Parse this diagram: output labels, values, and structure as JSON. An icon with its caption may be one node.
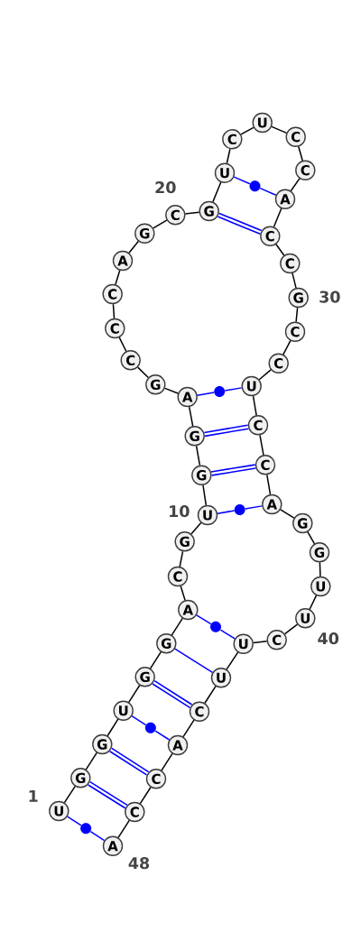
{
  "diagram": {
    "nodes": [
      {
        "text": [
          "U"
        ],
        "beside": [
          "1"
        ]
      },
      {
        "text": [
          "G"
        ]
      },
      {
        "text": [
          "G"
        ]
      },
      {
        "text": [
          "U"
        ]
      },
      {
        "text": [
          "G"
        ]
      },
      {
        "text": [
          "G"
        ]
      },
      {
        "text": [
          "A"
        ]
      },
      {
        "text": [
          "C"
        ]
      },
      {
        "text": [
          "G"
        ]
      },
      {
        "text": [
          "U"
        ],
        "beside": [
          "10"
        ]
      },
      {
        "text": [
          "G"
        ]
      },
      {
        "text": [
          "G"
        ]
      },
      {
        "text": [
          "A"
        ]
      },
      {
        "text": [
          "G"
        ]
      },
      {
        "text": [
          "C"
        ]
      },
      {
        "text": [
          "C"
        ]
      },
      {
        "text": [
          "C"
        ]
      },
      {
        "text": [
          "A"
        ]
      },
      {
        "text": [
          "G"
        ]
      },
      {
        "text": [
          "C"
        ],
        "beside": [
          "20"
        ]
      },
      {
        "text": [
          "G"
        ]
      },
      {
        "text": [
          "U"
        ]
      },
      {
        "text": [
          "C"
        ]
      },
      {
        "text": [
          "U"
        ]
      },
      {
        "text": [
          "C"
        ]
      },
      {
        "text": [
          "C"
        ]
      },
      {
        "text": [
          "A"
        ]
      },
      {
        "text": [
          "C"
        ]
      },
      {
        "text": [
          "C"
        ]
      },
      {
        "text": [
          "G"
        ],
        "beside": [
          "30"
        ]
      },
      {
        "text": [
          "C"
        ]
      },
      {
        "text": [
          "C"
        ]
      },
      {
        "text": [
          "U"
        ]
      },
      {
        "text": [
          "C"
        ]
      },
      {
        "text": [
          "C"
        ]
      },
      {
        "text": [
          "A"
        ]
      },
      {
        "text": [
          "G"
        ]
      },
      {
        "text": [
          "G"
        ]
      },
      {
        "text": [
          "U"
        ]
      },
      {
        "text": [
          "U"
        ],
        "beside": [
          "40"
        ]
      },
      {
        "text": [
          "C"
        ]
      },
      {
        "text": [
          "U"
        ]
      },
      {
        "text": [
          "U"
        ]
      },
      {
        "text": [
          "C"
        ]
      },
      {
        "text": [
          "A"
        ]
      },
      {
        "text": [
          "C"
        ]
      },
      {
        "text": [
          "C"
        ]
      },
      {
        "text": [
          "A"
        ],
        "beside": [
          "48"
        ]
      },
      {
        "text": [],
        "shape": "circle"
      },
      {
        "text": [],
        "shape": "circle"
      },
      {
        "text": [],
        "shape": "circle"
      },
      {
        "text": [],
        "shape": "circle"
      },
      {
        "text": [],
        "shape": "circle"
      },
      {
        "text": [],
        "shape": "circle"
      }
    ],
    "edges": [
      {
        "from": 0,
        "to": 1,
        "arrow": "none"
      },
      {
        "from": 1,
        "to": 2,
        "arrow": "none"
      },
      {
        "from": 2,
        "to": 3,
        "arrow": "none"
      },
      {
        "from": 3,
        "to": 4,
        "arrow": "none"
      },
      {
        "from": 4,
        "to": 5,
        "arrow": "none"
      },
      {
        "from": 5,
        "to": 6,
        "arrow": "none"
      },
      {
        "from": 6,
        "to": 7,
        "arrow": "none"
      },
      {
        "from": 7,
        "to": 8,
        "arrow": "none"
      },
      {
        "from": 8,
        "to": 9,
        "arrow": "none"
      },
      {
        "from": 9,
        "to": 10,
        "arrow": "none"
      },
      {
        "from": 10,
        "to": 11,
        "arrow": "none"
      },
      {
        "from": 11,
        "to": 12,
        "arrow": "none"
      },
      {
        "from": 12,
        "to": 13,
        "arrow": "none"
      },
      {
        "from": 13,
        "to": 14,
        "arrow": "none"
      },
      {
        "from": 14,
        "to": 15,
        "arrow": "none"
      },
      {
        "from": 15,
        "to": 16,
        "arrow": "none"
      },
      {
        "from": 16,
        "to": 17,
        "arrow": "none"
      },
      {
        "from": 17,
        "to": 18,
        "arrow": "none"
      },
      {
        "from": 18,
        "to": 19,
        "arrow": "none"
      },
      {
        "from": 19,
        "to": 20,
        "arrow": "none"
      },
      {
        "from": 20,
        "to": 21,
        "arrow": "none"
      },
      {
        "from": 21,
        "to": 22,
        "arrow": "none"
      },
      {
        "from": 22,
        "to": 23,
        "arrow": "none"
      },
      {
        "from": 23,
        "to": 24,
        "arrow": "none"
      },
      {
        "from": 24,
        "to": 25,
        "arrow": "none"
      },
      {
        "from": 25,
        "to": 26,
        "arrow": "none"
      },
      {
        "from": 26,
        "to": 27,
        "arrow": "none"
      },
      {
        "from": 27,
        "to": 28,
        "arrow": "none"
      },
      {
        "from": 28,
        "to": 29,
        "arrow": "none"
      },
      {
        "from": 29,
        "to": 30,
        "arrow": "none"
      },
      {
        "from": 30,
        "to": 31,
        "arrow": "none"
      },
      {
        "from": 31,
        "to": 32,
        "arrow": "none"
      },
      {
        "from": 32,
        "to": 33,
        "arrow": "none"
      },
      {
        "from": 33,
        "to": 34,
        "arrow": "none"
      },
      {
        "from": 34,
        "to": 35,
        "arrow": "none"
      },
      {
        "from": 35,
        "to": 36,
        "arrow": "none"
      },
      {
        "from": 36,
        "to": 37,
        "arrow": "none"
      },
      {
        "from": 37,
        "to": 38,
        "arrow": "none"
      },
      {
        "from": 38,
        "to": 39,
        "arrow": "none"
      },
      {
        "from": 39,
        "to": 40,
        "arrow": "none"
      },
      {
        "from": 40,
        "to": 41,
        "arrow": "none"
      },
      {
        "from": 41,
        "to": 42,
        "arrow": "none"
      },
      {
        "from": 42,
        "to": 43,
        "arrow": "none"
      },
      {
        "from": 43,
        "to": 44,
        "arrow": "none"
      },
      {
        "from": 44,
        "to": 45,
        "arrow": "none"
      },
      {
        "from": 45,
        "to": 46,
        "arrow": "none"
      },
      {
        "from": 46,
        "to": 47,
        "arrow": "none"
      },
      {
        "from": 0,
        "to": 53,
        "arrow": "none",
        "color": "#0000ff"
      },
      {
        "from": 53,
        "to": 47,
        "arrow": "none",
        "color": "#0000ff"
      },
      {
        "from": 1,
        "to": 46,
        "arrow": "none",
        "style": "thick",
        "color": "#0000ff"
      },
      {
        "from": 2,
        "to": 45,
        "arrow": "none",
        "style": "thick",
        "color": "#0000ff"
      },
      {
        "from": 3,
        "to": 52,
        "arrow": "none",
        "color": "#0000ff"
      },
      {
        "from": 52,
        "to": 44,
        "arrow": "none",
        "color": "#0000ff"
      },
      {
        "from": 4,
        "to": 43,
        "arrow": "none",
        "style": "thick",
        "color": "#0000ff"
      },
      {
        "from": 5,
        "to": 42,
        "arrow": "none",
        "color": "#0000ff"
      },
      {
        "from": 6,
        "to": 51,
        "arrow": "none",
        "color": "#0000ff"
      },
      {
        "from": 51,
        "to": 41,
        "arrow": "none",
        "color": "#0000ff"
      },
      {
        "from": 9,
        "to": 50,
        "arrow": "none",
        "color": "#0000ff"
      },
      {
        "from": 50,
        "to": 35,
        "arrow": "none",
        "color": "#0000ff"
      },
      {
        "from": 10,
        "to": 34,
        "arrow": "none",
        "style": "thick",
        "color": "#0000ff"
      },
      {
        "from": 11,
        "to": 33,
        "arrow": "none",
        "style": "thick",
        "color": "#0000ff"
      },
      {
        "from": 12,
        "to": 49,
        "arrow": "none",
        "color": "#0000ff"
      },
      {
        "from": 49,
        "to": 32,
        "arrow": "none",
        "color": "#0000ff"
      },
      {
        "from": 20,
        "to": 27,
        "arrow": "none",
        "style": "thick",
        "color": "#0000ff"
      },
      {
        "from": 21,
        "to": 48,
        "arrow": "none",
        "color": "#0000ff"
      },
      {
        "from": 48,
        "to": 26,
        "arrow": "none",
        "color": "#0000ff"
      }
    ]
  }
}
